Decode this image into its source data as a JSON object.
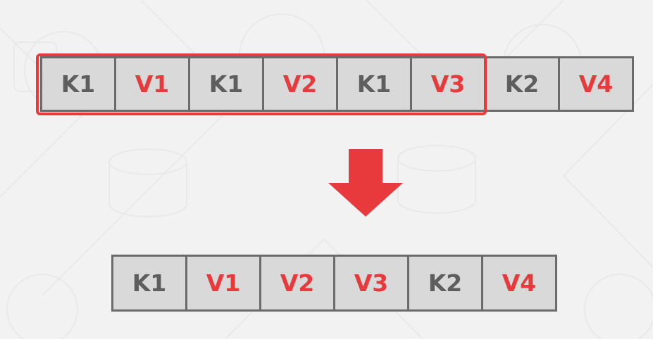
{
  "source_row": [
    {
      "text": "K1",
      "kind": "key"
    },
    {
      "text": "V1",
      "kind": "val"
    },
    {
      "text": "K1",
      "kind": "key"
    },
    {
      "text": "V2",
      "kind": "val"
    },
    {
      "text": "K1",
      "kind": "key"
    },
    {
      "text": "V3",
      "kind": "val"
    },
    {
      "text": "K2",
      "kind": "key"
    },
    {
      "text": "V4",
      "kind": "val"
    }
  ],
  "compressed_row": [
    {
      "text": "K1",
      "kind": "key"
    },
    {
      "text": "V1",
      "kind": "val"
    },
    {
      "text": "V2",
      "kind": "val"
    },
    {
      "text": "V3",
      "kind": "val"
    },
    {
      "text": "K2",
      "kind": "key"
    },
    {
      "text": "V4",
      "kind": "val"
    }
  ],
  "colors": {
    "key_text": "#5e5e5e",
    "value_text": "#e8393c",
    "highlight": "#e8393c",
    "arrow": "#e8393c",
    "cell_fill": "#d9d9d9",
    "cell_border": "#6b6b6b",
    "background": "#f2f2f2"
  },
  "icons": {
    "arrow": "down-arrow-icon"
  }
}
